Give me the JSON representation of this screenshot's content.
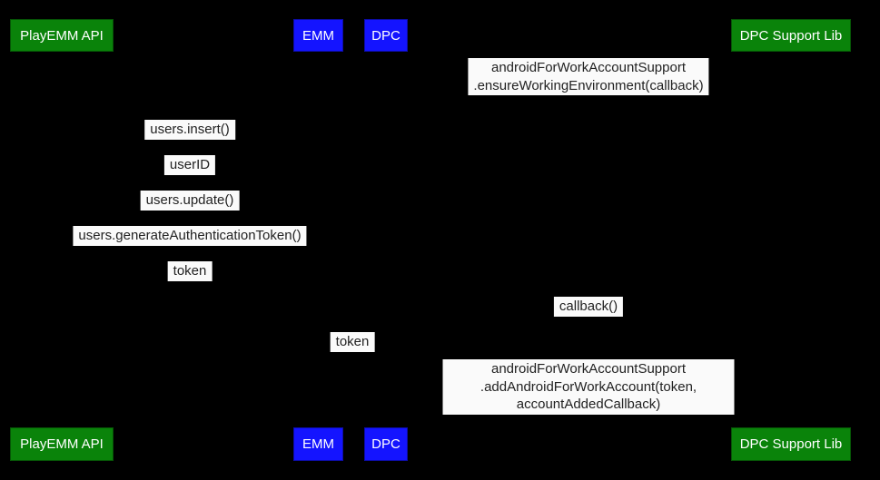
{
  "diagram": {
    "colors": {
      "actor_green": "#0a830a",
      "actor_blue": "#1414ff",
      "background": "#000000",
      "label_bg": "#fafafa",
      "label_text": "#222222",
      "actor_text": "#ffffff"
    },
    "participants": [
      {
        "label": "PlayEMM API",
        "color": "actor_green"
      },
      {
        "label": "EMM",
        "color": "actor_blue"
      },
      {
        "label": "DPC",
        "color": "actor_blue"
      },
      {
        "label": "DPC Support Lib",
        "color": "actor_green"
      }
    ],
    "messages": [
      {
        "text": "androidForWorkAccountSupport\n.ensureWorkingEnvironment(callback)"
      },
      {
        "text": "users.insert()"
      },
      {
        "text": "userID"
      },
      {
        "text": "users.update()"
      },
      {
        "text": "users.generateAuthenticationToken()"
      },
      {
        "text": "token"
      },
      {
        "text": "callback()"
      },
      {
        "text": "token"
      },
      {
        "text": "androidForWorkAccountSupport\n.addAndroidForWorkAccount(token, accountAddedCallback)"
      }
    ]
  }
}
